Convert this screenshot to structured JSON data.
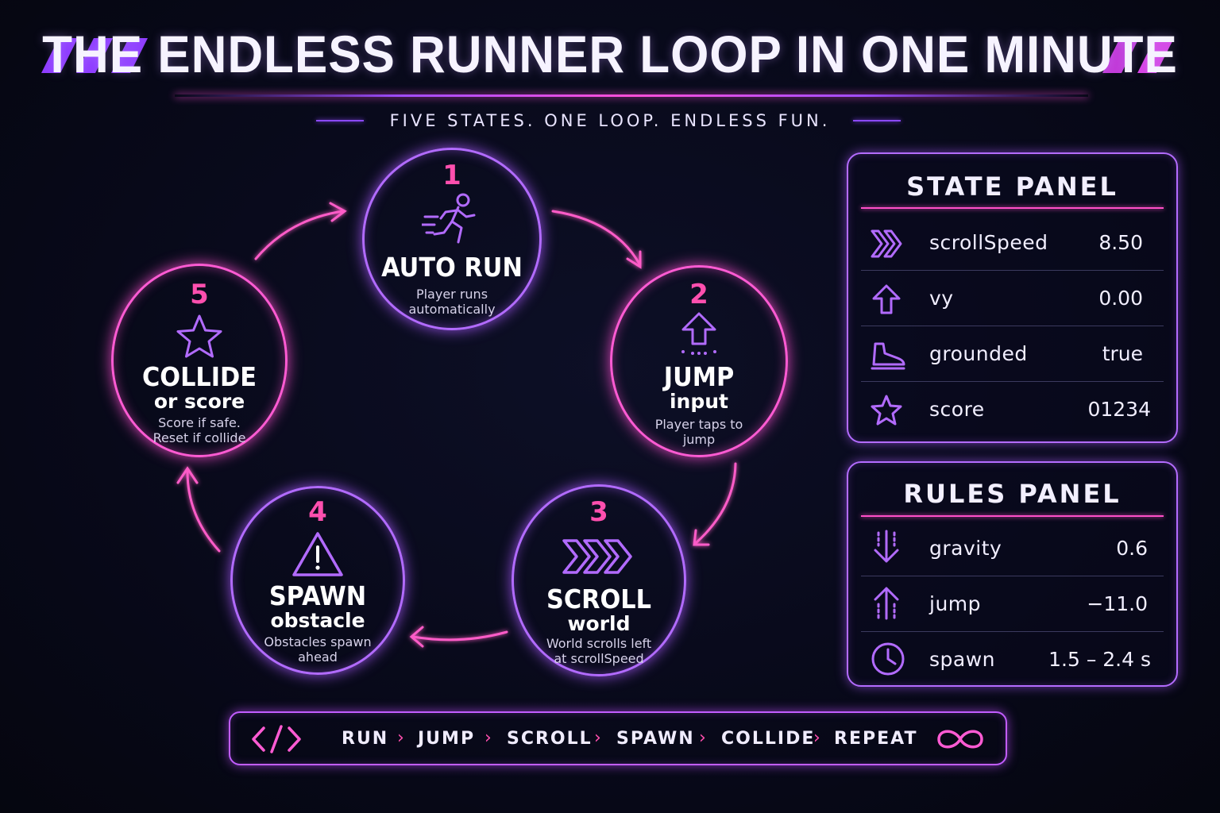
{
  "header": {
    "title": "THE ENDLESS RUNNER LOOP IN ONE MINUTE",
    "subtitle": "FIVE STATES. ONE LOOP. ENDLESS FUN."
  },
  "loop": {
    "nodes": [
      {
        "number": "1",
        "title": "AUTO RUN",
        "subtitle": "",
        "description": [
          "Player runs",
          "automatically"
        ],
        "icon": "runner-icon"
      },
      {
        "number": "2",
        "title": "JUMP",
        "subtitle": "input",
        "description": [
          "Player taps to",
          "jump"
        ],
        "icon": "jump-arrow-icon"
      },
      {
        "number": "3",
        "title": "SCROLL",
        "subtitle": "world",
        "description": [
          "World scrolls left",
          "at scrollSpeed"
        ],
        "icon": "triple-chevron-icon"
      },
      {
        "number": "4",
        "title": "SPAWN",
        "subtitle": "obstacle",
        "description": [
          "Obstacles spawn",
          "ahead"
        ],
        "icon": "warning-icon"
      },
      {
        "number": "5",
        "title": "COLLIDE",
        "subtitle": "or score",
        "description": [
          "Score if safe.",
          "Reset if collide"
        ],
        "icon": "star-icon"
      }
    ]
  },
  "state_panel": {
    "title": "STATE PANEL",
    "rows": [
      {
        "label": "scrollSpeed",
        "value": "8.50",
        "icon": "double-chevron-icon"
      },
      {
        "label": "vy",
        "value": "0.00",
        "icon": "up-arrow-icon"
      },
      {
        "label": "grounded",
        "value": "true",
        "icon": "shoe-icon"
      },
      {
        "label": "score",
        "value": "01234",
        "icon": "star-icon"
      }
    ]
  },
  "rules_panel": {
    "title": "RULES PANEL",
    "rows": [
      {
        "label": "gravity",
        "value": "0.6",
        "icon": "down-arrow-icon"
      },
      {
        "label": "jump",
        "value": "−11.0",
        "icon": "dotted-up-arrow-icon"
      },
      {
        "label": "spawn",
        "value": "1.5 – 2.4 s",
        "icon": "clock-icon"
      }
    ]
  },
  "sequence_bar": {
    "items": [
      "RUN",
      "JUMP",
      "SCROLL",
      "SPAWN",
      "COLLIDE",
      "REPEAT"
    ],
    "left_icon": "code-icon",
    "right_icon": "infinity-icon"
  },
  "colors": {
    "purple": "#b26bff",
    "pink": "#ff5bd3",
    "number": "#ff4fae",
    "background": "#070817"
  }
}
